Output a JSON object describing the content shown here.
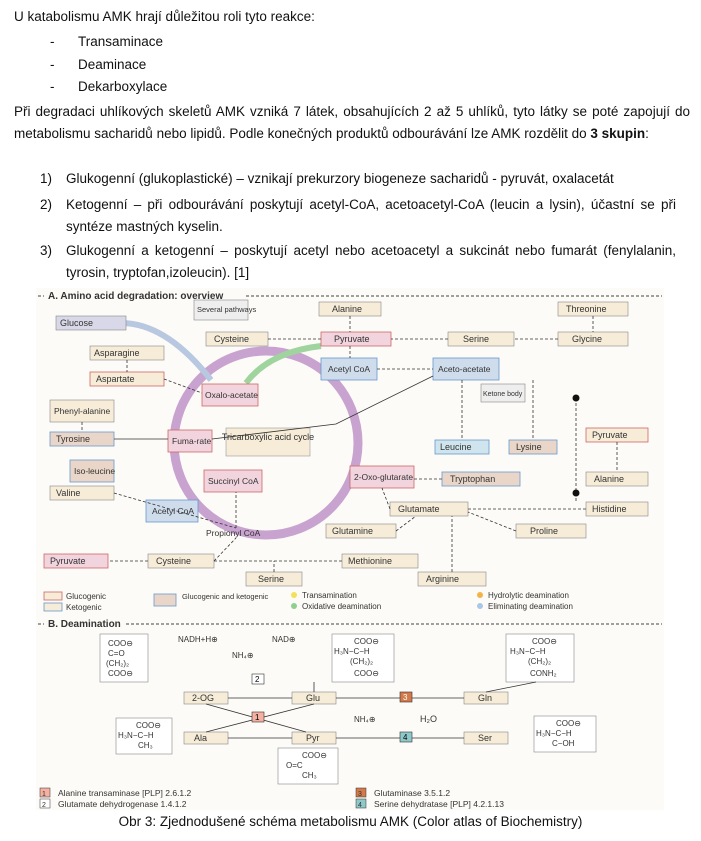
{
  "intro": "U katabolismu AMK hrají důležitou roli tyto reakce:",
  "reactions": [
    "Transaminace",
    "Deaminace",
    "Dekarboxylace"
  ],
  "bullet_dash": "-",
  "paragraph_start": "Při degradaci uhlíkových skeletů AMK vzniká 7 látek, obsahujících 2 až 5 uhlíků, tyto látky se poté zapojují do metabolismu sacharidů nebo lipidů. Podle konečných produktů odbourávání lze AMK rozdělit do ",
  "paragraph_bold": "3 skupin",
  "paragraph_end": ":",
  "groups": [
    {
      "num": "1)",
      "text": "Glukogenní (glukoplastické) – vznikají prekurzory biogeneze sacharidů - pyruvát, oxalacetát"
    },
    {
      "num": "2)",
      "text": "Ketogenní – při odbourávání poskytují acetyl-CoA, acetoacetyl-CoA (leucin a lysin), účastní se při syntéze mastných kyselin."
    },
    {
      "num": "3)",
      "text": "Glukogenní a ketogenní – poskytují acetyl nebo acetoacetyl a sukcinát nebo fumarát (fenylalanin, tyrosin, tryptofan,izoleucin). [1]"
    }
  ],
  "figure": {
    "section_a": "A. Amino acid degradation: overview",
    "nodes_a": {
      "glucose": "Glucose",
      "several": "Several pathways",
      "alanine_top": "Alanine",
      "threonine": "Threonine",
      "cysteine_top": "Cysteine",
      "pyruvate_top": "Pyruvate",
      "serine_top": "Serine",
      "glycine": "Glycine",
      "asparagine": "Asparagine",
      "aspartate": "Aspartate",
      "acetyl_coa_top": "Acetyl CoA",
      "acetoacetate": "Aceto-acetate",
      "ketone_body": "Ketone body",
      "oxaloacetate": "Oxalo-acetate",
      "phenylalanine": "Phenyl-alanine",
      "tyrosine": "Tyrosine",
      "fumarate": "Fuma-rate",
      "tca": "Tricarboxylic acid cycle",
      "leucine": "Leucine",
      "lysine": "Lysine",
      "pyruvate_right": "Pyruvate",
      "isoleucine": "Iso-leucine",
      "succinyl": "Succinyl CoA",
      "oxoglutarate": "2-Oxo-glutarate",
      "tryptophan": "Tryptophan",
      "alanine_right": "Alanine",
      "valine": "Valine",
      "acetyl_coa_low": "Acetyl CoA",
      "glutamate": "Glutamate",
      "histidine": "Histidine",
      "glutamine": "Glutamine",
      "proline": "Proline",
      "propionyl": "Propionyl CoA",
      "pyruvate_low": "Pyruvate",
      "cysteine_low": "Cysteine",
      "methionine": "Methionine",
      "serine_low": "Serine",
      "arginine": "Arginine"
    },
    "legend_a": [
      "Glucogenic",
      "Ketogenic",
      "Glucogenic and ketogenic",
      "Transamination",
      "Oxidative deamination",
      "Hydrolytic deamination",
      "Eliminating deamination"
    ],
    "colors": {
      "glucogenic": "#f2b8c8",
      "ketogenic": "#a8d8ee",
      "both": "#d8c8a0",
      "box": "#f6ecd8",
      "tca": "#c9a3cf",
      "transam": "#f3e15a",
      "oxid": "#8fcf8f",
      "hydro": "#f4b24a",
      "elim": "#a9c8e8"
    },
    "section_b": "B. Deamination",
    "nodes_b": {
      "og": "2-OG",
      "glu": "Glu",
      "gln": "Gln",
      "ala": "Ala",
      "pyr": "Pyr",
      "ser": "Ser",
      "nadh": "NADH+H⊕",
      "nad": "NAD⊕",
      "nh4": "NH₄⊕",
      "h2o": "H₂O"
    },
    "enzymes": [
      {
        "n": "1",
        "name": "Alanine transaminase [PLP] 2.6.1.2"
      },
      {
        "n": "2",
        "name": "Glutamate dehydrogenase 1.4.1.2"
      },
      {
        "n": "3",
        "name": "Glutaminase 3.5.1.2"
      },
      {
        "n": "4",
        "name": "Serine dehydratase [PLP] 4.2.1.13"
      }
    ]
  },
  "caption": "Obr 3: Zjednodušené schéma metabolismu AMK (Color atlas of Biochemistry)"
}
